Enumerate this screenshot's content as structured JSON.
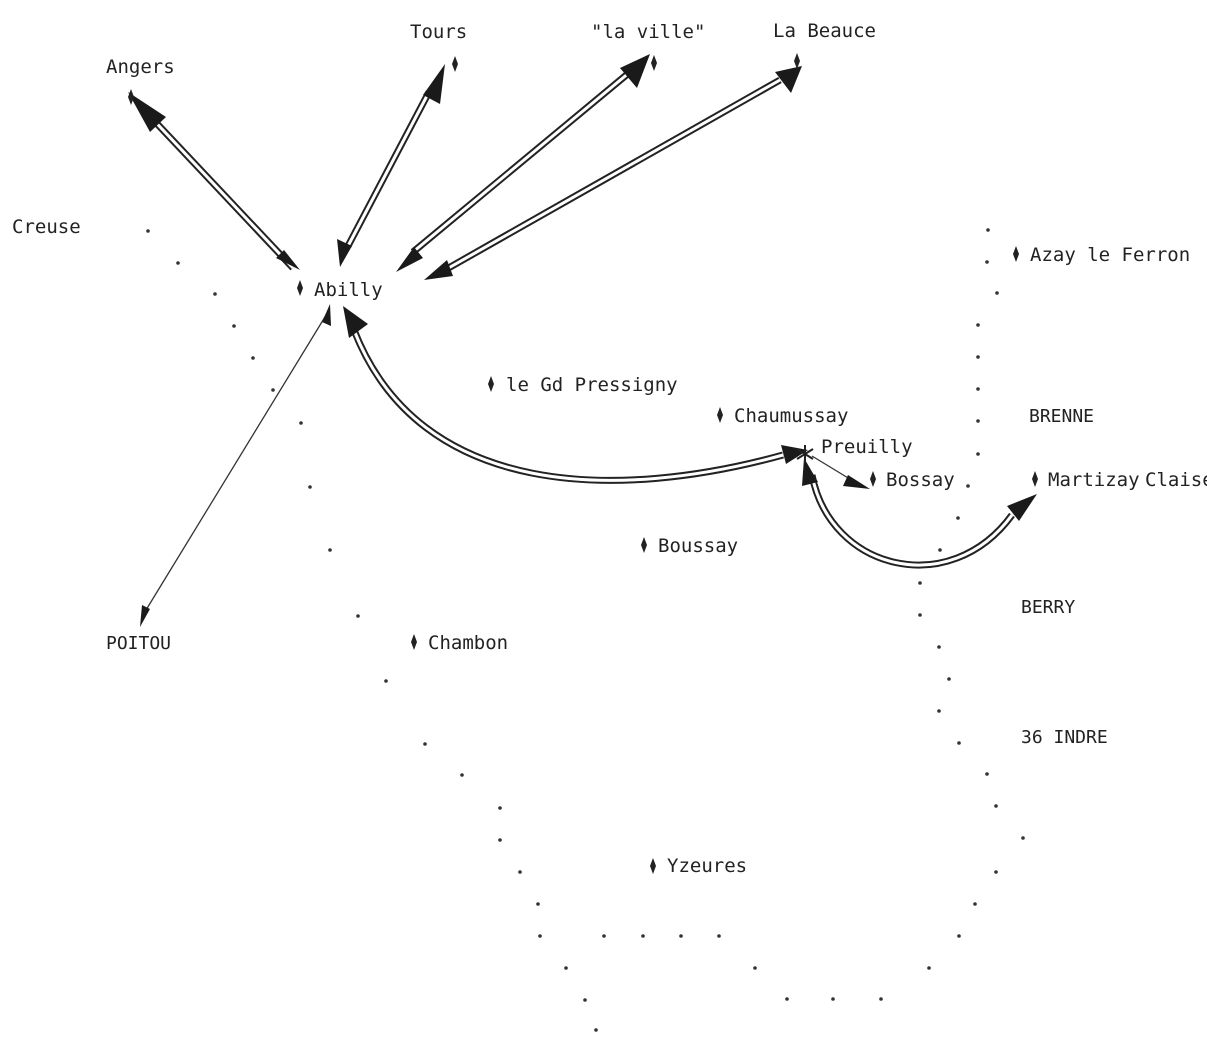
{
  "places": {
    "angers": "Angers",
    "tours": "Tours",
    "la_ville": "\"la ville\"",
    "la_beauce": "La Beauce",
    "creuse": "Creuse",
    "abilly": "Abilly",
    "azay_le_ferron": "Azay le Ferron",
    "le_gd_pressigny": "le Gd Pressigny",
    "chaumussay": "Chaumussay",
    "preuilly": "Preuilly",
    "bossay": "Bossay",
    "martizay": "Martizay",
    "claise": "Claise",
    "brenne": "BRENNE",
    "boussay": "Boussay",
    "poitou": "POITOU",
    "chambon": "Chambon",
    "berry": "BERRY",
    "indre": "36 INDRE",
    "yzeures": "Yzeures"
  },
  "colors": {
    "ink": "#222222",
    "paper": "#ffffff"
  },
  "icons": {
    "town_marker": "diamond-icon",
    "route_arrow": "arrowhead-icon"
  }
}
